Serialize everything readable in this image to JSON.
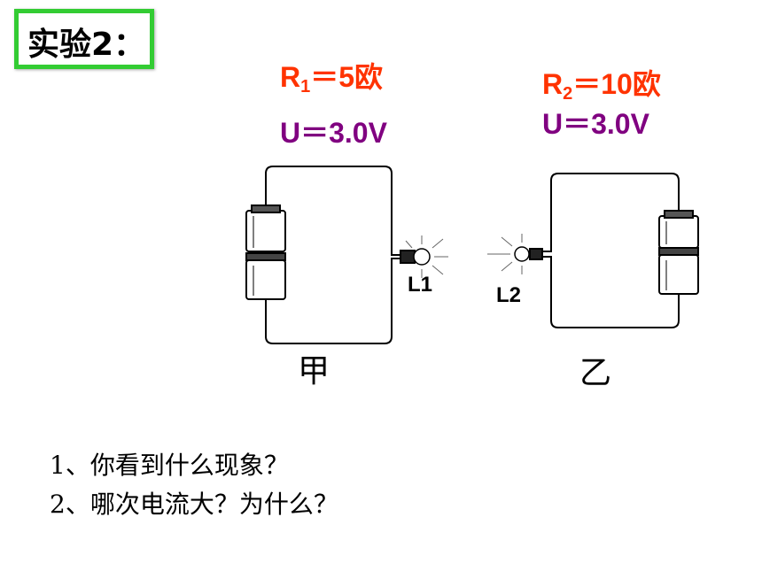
{
  "title": "实验2：",
  "colors": {
    "title_border": "#33cc33",
    "resistance": "#ff3300",
    "voltage": "#800080"
  },
  "circuit_a": {
    "resistance_symbol": "R",
    "resistance_subscript": "1",
    "resistance_value": "＝5欧",
    "voltage": "U＝3.0V",
    "lamp_label": "L1",
    "name": "甲"
  },
  "circuit_b": {
    "resistance_symbol": "R",
    "resistance_subscript": "2",
    "resistance_value": "＝10欧",
    "voltage": "U＝3.0V",
    "lamp_label": "L2",
    "name": "乙"
  },
  "questions": [
    "1、你看到什么现象？",
    "2、哪次电流大？为什么？"
  ]
}
